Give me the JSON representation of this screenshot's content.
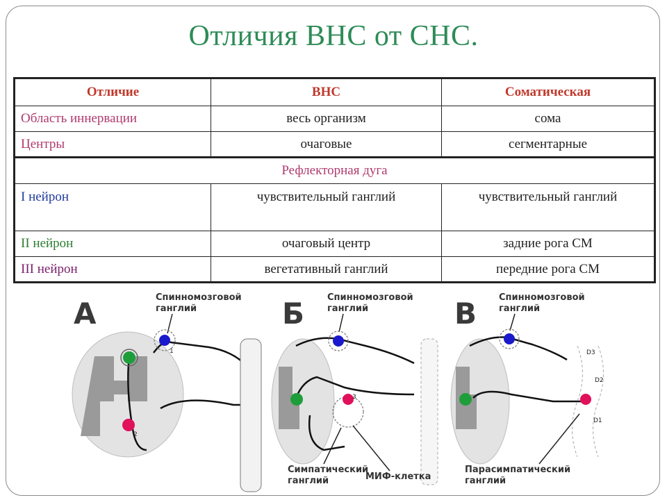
{
  "title": "Отличия ВНС от СНС.",
  "table": {
    "headers": [
      "Отличие",
      "ВНС",
      "Соматическая"
    ],
    "rows": [
      {
        "label": "Область иннервации",
        "vns": "весь организм",
        "snc": "сома"
      },
      {
        "label": "Центры",
        "vns": "очаговые",
        "snc": "сегментарные"
      }
    ],
    "section": "Рефлекторная дуга",
    "arc_rows": [
      {
        "label": "I нейрон",
        "vns": "чувствительный ганглий",
        "snc": "чувствительный ганглий"
      },
      {
        "label": "II нейрон",
        "vns": "очаговый центр",
        "snc": "задние рога СМ"
      },
      {
        "label": "III нейрон",
        "vns": "вегетативный ганглий",
        "snc": "передние рога СМ"
      }
    ]
  },
  "diagram": {
    "panels": [
      {
        "letter": "А",
        "ganglion_label_1": "Спинномозговой",
        "ganglion_label_2": "ганглий"
      },
      {
        "letter": "Б",
        "ganglion_label_1": "Спинномозговой",
        "ganglion_label_2": "ганглий",
        "bottom_label_1": "Симпатический",
        "bottom_label_2": "ганглий",
        "cell_label": "МИФ-клетка"
      },
      {
        "letter": "В",
        "ganglion_label_1": "Спинномозговой",
        "ganglion_label_2": "ганглий",
        "bottom_label_1": "Парасимпатический",
        "bottom_label_2": "ганглий",
        "segment_labels": [
          "D3",
          "D2",
          "D1"
        ]
      }
    ],
    "neuron_numbers": [
      "1",
      "2",
      "3"
    ],
    "colors": {
      "sensory": "#1a1acc",
      "central": "#1e9e3a",
      "effector": "#e0105a",
      "grey_matter": "#9a9a9a",
      "white_matter": "#e3e3e3"
    }
  }
}
